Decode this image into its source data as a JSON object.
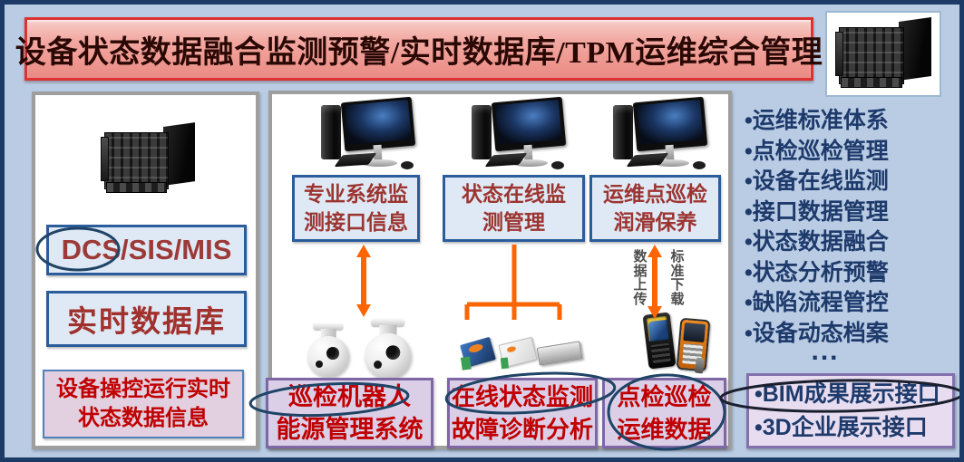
{
  "title": {
    "text": "设备状态数据融合监测预警/实时数据库/TPM运维综合管理"
  },
  "left_panel": {
    "dcs_label": "DCS/SIS/MIS",
    "realtime_db_label": "实时数据库",
    "status_line1": "设备操控运行实时",
    "status_line2": "状态数据信息"
  },
  "middle_panel": {
    "box1_line1": "专业系统监",
    "box1_line2": "测接口信息",
    "box2_line1": "状态在线监",
    "box2_line2": "测管理",
    "box3_line1": "运维点巡检",
    "box3_line2": "润滑保养",
    "upload_label": "数据上传",
    "download_label": "标准下载"
  },
  "bottom_boxes": {
    "robot_line1": "巡检机器人",
    "robot_line2": "能源管理系统",
    "online_line1": "在线状态监测",
    "online_line2": "故障诊断分析",
    "patrol_line1": "点检巡检",
    "patrol_line2": "运维数据"
  },
  "right_panel": {
    "items": [
      "•运维标准体系",
      "•点检巡检管理",
      "•设备在线监测",
      "•接口数据管理",
      "•状态数据融合",
      "•状态分析预警",
      "•缺陷流程管控",
      "•设备动态档案"
    ],
    "ellipsis": "...",
    "bim_line1": "•BIM成果展示接口",
    "bim_line2": "•3D企业展示接口"
  },
  "icons": {
    "server": "server-rack-icon",
    "computer": "desktop-computer-icon",
    "camera": "inspection-dome-camera-icon",
    "module": "data-acquisition-module-icon",
    "handheld": "handheld-terminal-icon"
  },
  "colors": {
    "background": "#b9cce4",
    "frame": "#1d3a66",
    "title_border": "#dd3232",
    "title_text": "#2a0804",
    "accent_orange": "#fc6502",
    "box_blue_bg": "#dfe9f5",
    "box_blue_border": "#2b5c9c",
    "dark_red_text": "#9c3531",
    "red_text": "#c00000",
    "purple_bg": "#dbcfe8",
    "purple_border": "#7f66a5",
    "navy_text": "#1e3a6b",
    "ellipse_stroke": "#1f4466"
  }
}
